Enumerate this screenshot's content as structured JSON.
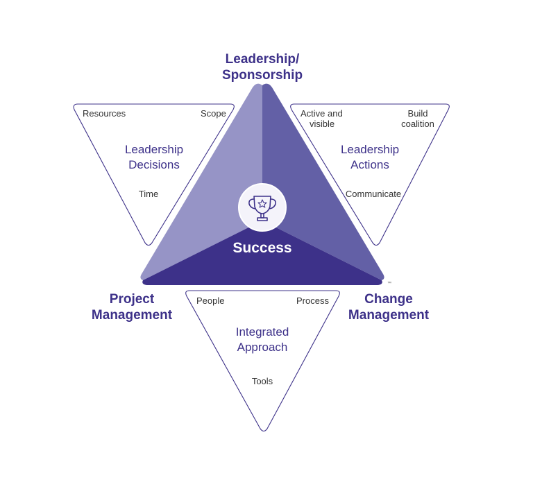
{
  "colors": {
    "accent": "#3d3189",
    "face_left": "#9694c6",
    "face_right": "#6360a6",
    "face_bottom": "#3d3189",
    "item_text": "#333333"
  },
  "vertices": {
    "top_line1": "Leadership/",
    "top_line2": "Sponsorship",
    "left_line1": "Project",
    "left_line2": "Management",
    "right_line1": "Change",
    "right_line2": "Management"
  },
  "center": {
    "label": "Success",
    "icon": "trophy-icon",
    "trademark": "™"
  },
  "triangles": {
    "left": {
      "title_line1": "Leadership",
      "title_line2": "Decisions",
      "items": [
        "Resources",
        "Scope",
        "Time"
      ]
    },
    "right": {
      "title_line1": "Leadership",
      "title_line2": "Actions",
      "items_multiline": [
        "Active and",
        "visible",
        "Build",
        "coalition"
      ],
      "item_bottom": "Communicate"
    },
    "bottom": {
      "title_line1": "Integrated",
      "title_line2": "Approach",
      "items": [
        "People",
        "Process",
        "Tools"
      ]
    }
  }
}
